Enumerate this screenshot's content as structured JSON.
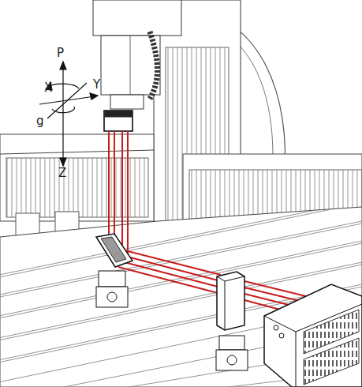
{
  "diagram": {
    "labels": [
      "P",
      "X",
      "Y",
      "g",
      "Z"
    ]
  }
}
